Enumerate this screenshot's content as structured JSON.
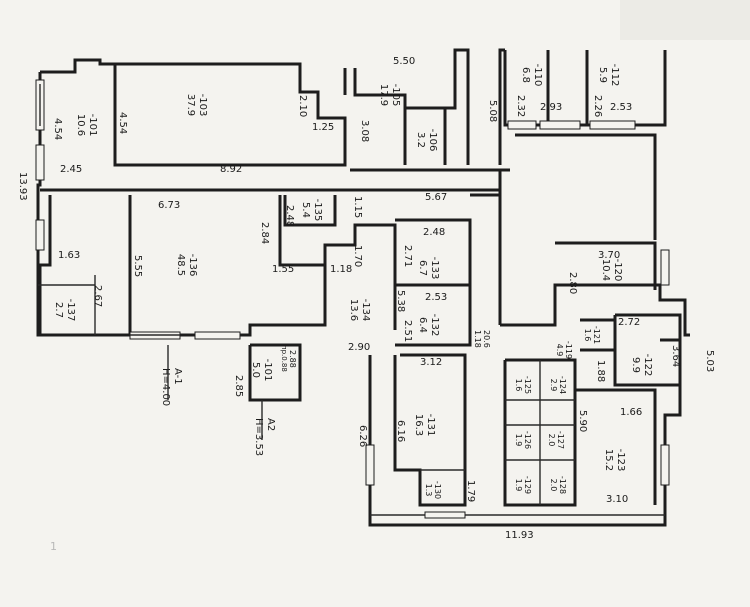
{
  "rooms": [
    {
      "id": "-101",
      "area": "10.6"
    },
    {
      "id": "-103",
      "area": "37.9"
    },
    {
      "id": "-105",
      "area": "17.9"
    },
    {
      "id": "-106",
      "area": "3.2"
    },
    {
      "id": "-110",
      "area": "6.8"
    },
    {
      "id": "-112",
      "area": "5.9"
    },
    {
      "id": "-135",
      "area": "5.4"
    },
    {
      "id": "-136",
      "area": "48.5"
    },
    {
      "id": "-133",
      "area": "6.7"
    },
    {
      "id": "-137",
      "area": "2.7"
    },
    {
      "id": "-134",
      "area": "13.6"
    },
    {
      "id": "-132",
      "area": "6.4"
    },
    {
      "id": "-120",
      "area": "10.4"
    },
    {
      "id": "-121",
      "area": "1.6"
    },
    {
      "id": "-122",
      "area": "9.9"
    },
    {
      "id": "-101",
      "area": "5.0"
    },
    {
      "id": "-131",
      "area": "16.3"
    },
    {
      "id": "-123",
      "area": "15.2"
    },
    {
      "id": "-124",
      "area": "2.9"
    },
    {
      "id": "-125",
      "area": "1.6"
    },
    {
      "id": "-126",
      "area": "1.9"
    },
    {
      "id": "-127",
      "area": "2.0"
    },
    {
      "id": "-128",
      "area": "2.0"
    },
    {
      "id": "-129",
      "area": "1.9"
    },
    {
      "id": "-130",
      "area": "1.3"
    },
    {
      "id": "-119",
      "area": "4.9"
    }
  ],
  "dimensions": [
    "5.50",
    "2.32",
    "2.93",
    "2.26",
    "2.53",
    "2.10",
    "4.54",
    "4.54",
    "1.25",
    "3.08",
    "5.08",
    "13.93",
    "2.45",
    "8.92",
    "6.73",
    "1.15",
    "5.67",
    "2.84",
    "2.48",
    "1.70",
    "2.48",
    "2.71",
    "3.70",
    "1.63",
    "5.55",
    "2.67",
    "1.55",
    "1.18",
    "5.38",
    "2.53",
    "2.80",
    "2.51",
    "2.72",
    "2.90",
    "3.12",
    "5.03",
    "3.64",
    "1.88",
    "2.85",
    "6.26",
    "6.16",
    "5.90",
    "1.66",
    "1.79",
    "3.10",
    "11.93",
    "2.88"
  ],
  "labels": {
    "a1": "A-1",
    "h1": "H=4.00",
    "a2": "A2",
    "h2": "H=3.53",
    "wall_note": "пр.0.88",
    "corridor": "1.18",
    "corridor_val": "20.6",
    "hidden_mark": "1"
  }
}
